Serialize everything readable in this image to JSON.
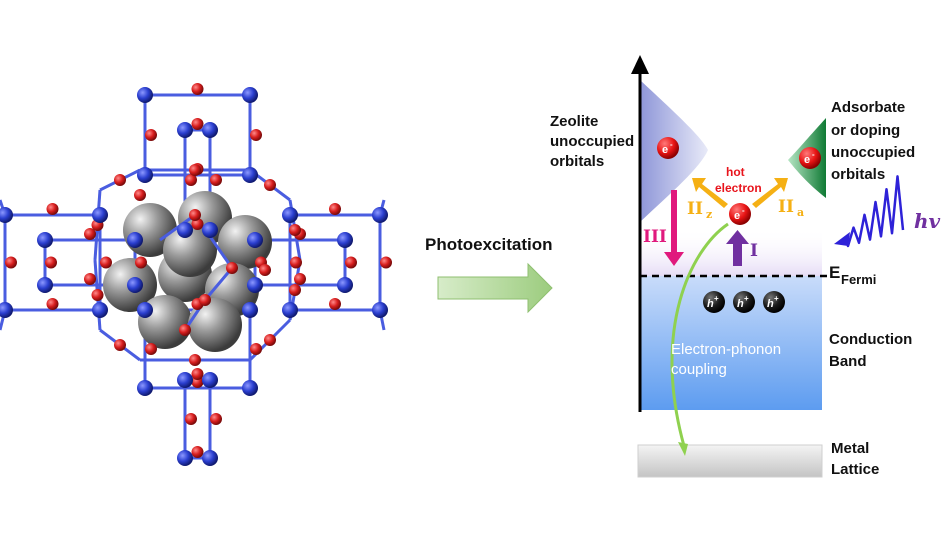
{
  "colors": {
    "framework_o": "#d81e1e",
    "framework_si": "#2b3fd0",
    "metal_atom": "#8c8c8c",
    "arrow_green": "#a6d08a",
    "zeolite_band": "#9ea6e0",
    "adsorbate_band": "#1a9a44",
    "conduction_band": "#6aa6f0",
    "process_magenta": "#e0197d",
    "process_orange": "#f5b014",
    "process_purple": "#7030a0",
    "photon": "#2e22d8",
    "coupling_arrow": "#8fd14f",
    "electron": "#e81414",
    "hole": "#1a1a1a"
  },
  "labels": {
    "photoexcitation": "Photoexcitation",
    "zeolite_line1": "Zeolite",
    "zeolite_line2": "unoccupied",
    "zeolite_line3": "orbitals",
    "adsorbate_line1": "Adsorbate",
    "adsorbate_line2": "or doping",
    "adsorbate_line3": "unoccupied",
    "adsorbate_line4": "orbitals",
    "hot_line1": "hot",
    "hot_line2": "electron",
    "fermi_main": "E",
    "fermi_sub": "Fermi",
    "conduction_line1": "Conduction",
    "conduction_line2": "Band",
    "coupling_line1": "Electron-phonon",
    "coupling_line2": "coupling",
    "metal_line1": "Metal",
    "metal_line2": "Lattice",
    "photon": "hv",
    "electron": "e",
    "electron_sup": "-",
    "hole": "h",
    "hole_sup": "+",
    "path_I": "I",
    "path_IIz": "II",
    "path_IIz_sub": "z",
    "path_IIa": "II",
    "path_IIa_sub": "a",
    "path_III": "III"
  }
}
